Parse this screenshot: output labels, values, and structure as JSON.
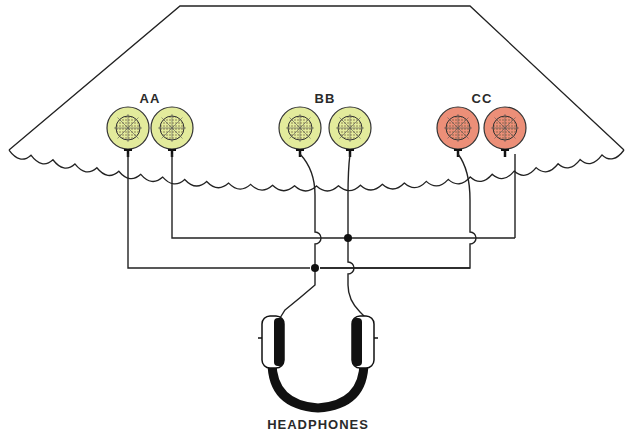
{
  "diagram": {
    "labels": [
      "AA",
      "BB",
      "CC",
      "HEADPHONES"
    ]
  }
}
